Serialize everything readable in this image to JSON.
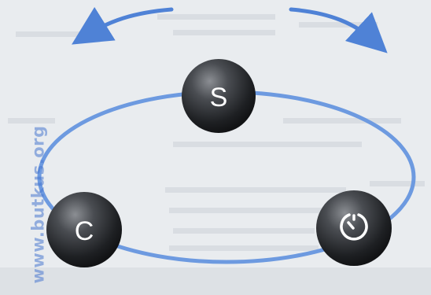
{
  "nodes": [
    {
      "id": "s",
      "label": "S"
    },
    {
      "id": "c",
      "label": "C"
    },
    {
      "id": "timer",
      "label": ""
    }
  ],
  "watermark": {
    "text": "www.butkus.org"
  },
  "colors": {
    "ring": "#6d9ae0",
    "arrow": "#4f82d6",
    "ball": "#2b2d30",
    "background": "#e9ecef"
  }
}
